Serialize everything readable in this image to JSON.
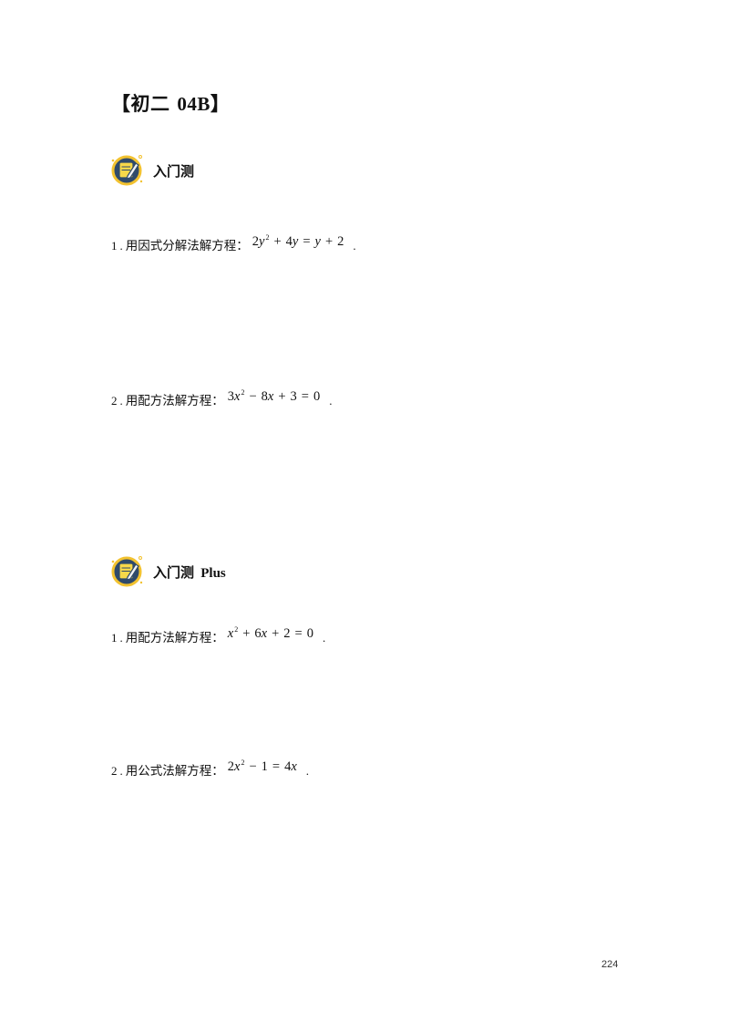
{
  "title": {
    "bracket_open": "【",
    "cn": "初二",
    "code": "04B",
    "bracket_close": "】"
  },
  "sections": [
    {
      "label": "入门测",
      "plus": "",
      "icon": "notepad-pencil-icon",
      "questions": [
        {
          "num": "1",
          "sep": ".",
          "text": "用因式分解法解方程：",
          "equation": "2y^2 + 4y = y + 2",
          "end": "."
        },
        {
          "num": "2",
          "sep": ".",
          "text": "用配方法解方程：",
          "equation": "3x^2 − 8x + 3 = 0",
          "end": "."
        }
      ]
    },
    {
      "label": "入门测",
      "plus": "Plus",
      "icon": "notepad-pencil-icon",
      "questions": [
        {
          "num": "1",
          "sep": ".",
          "text": "用配方法解方程：",
          "equation": "x^2 + 6x + 2 = 0",
          "end": "."
        },
        {
          "num": "2",
          "sep": ".",
          "text": "用公式法解方程：",
          "equation": "2x^2 − 1 = 4x",
          "end": "."
        }
      ]
    }
  ],
  "page_number": "224",
  "colors": {
    "icon_ring": "#f2c230",
    "icon_fill": "#2f4a6b",
    "icon_note": "#f7d84a"
  }
}
